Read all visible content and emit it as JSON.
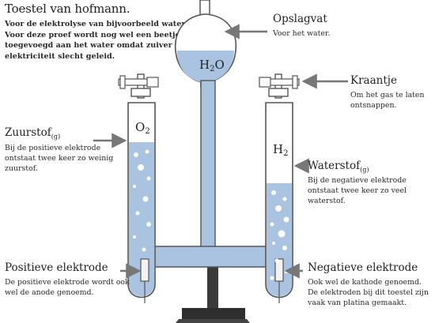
{
  "title": "Toestel van hofmann.",
  "intro": "Voor de elektrolyse van bijvoorbeeld water. Voor deze proef wordt nog wel een beetje zuur toegevoegd aan het water omdat zuiver water elektriciteit slecht geleid.",
  "labels": {
    "opslagvat": {
      "title": "Opslagvat",
      "desc": "Voor het water."
    },
    "kraantje": {
      "title": "Kraantje",
      "desc": "Om het gas te laten ontsnappen."
    },
    "zuurstof": {
      "title": "Zuurstof",
      "sub": "(g)",
      "desc": "Bij de positieve elektrode ontstaat twee keer zo weinig zuurstof."
    },
    "waterstof": {
      "title": "Waterstof",
      "sub": "(g)",
      "desc": "Bij de negatieve elektrode ontstaat twee keer zo veel waterstof."
    },
    "positieve": {
      "title": "Positieve elektrode",
      "desc": "De positieve elektrode wordt ook wel de anode genoemd."
    },
    "negatieve": {
      "title": "Negatieve elektrode",
      "desc": "Ook wel de kathode genoemd. De elektroden bij dit toestel zijn vaak van platina gemaakt."
    }
  },
  "formulas": {
    "water": {
      "base": "H",
      "sub": "2",
      "tail": "O"
    },
    "oxygen": {
      "base": "O",
      "sub": "2"
    },
    "hydrogen": {
      "base": "H",
      "sub": "2"
    }
  },
  "colors": {
    "water": "#a9c3e1",
    "glass": "#555555",
    "stand": "#3a3a3a",
    "arrow": "#777777"
  }
}
